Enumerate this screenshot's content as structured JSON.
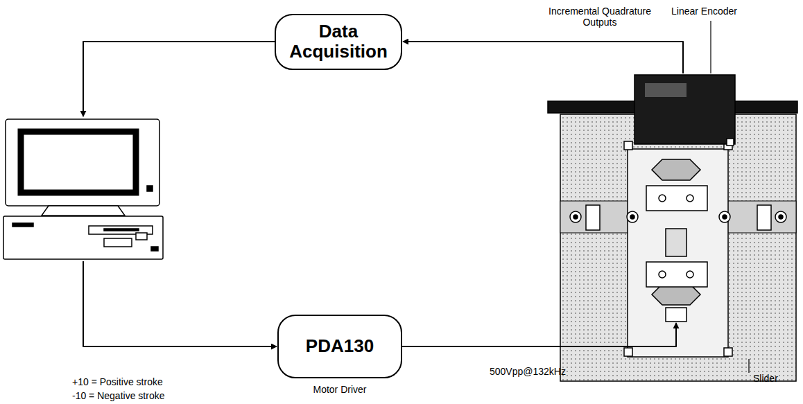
{
  "diagram": {
    "nodes": [
      {
        "text": [
          "Data Acquisition"
        ]
      },
      {
        "text": [
          "PDA130",
          "Motor Driver"
        ]
      }
    ],
    "labels": [
      "Incremental Quadrature Outputs",
      "Linear Encoder",
      "+10 = Positive stroke",
      "-10 = Negative stroke",
      "500Vpp@132kHz",
      "Slider"
    ]
  }
}
